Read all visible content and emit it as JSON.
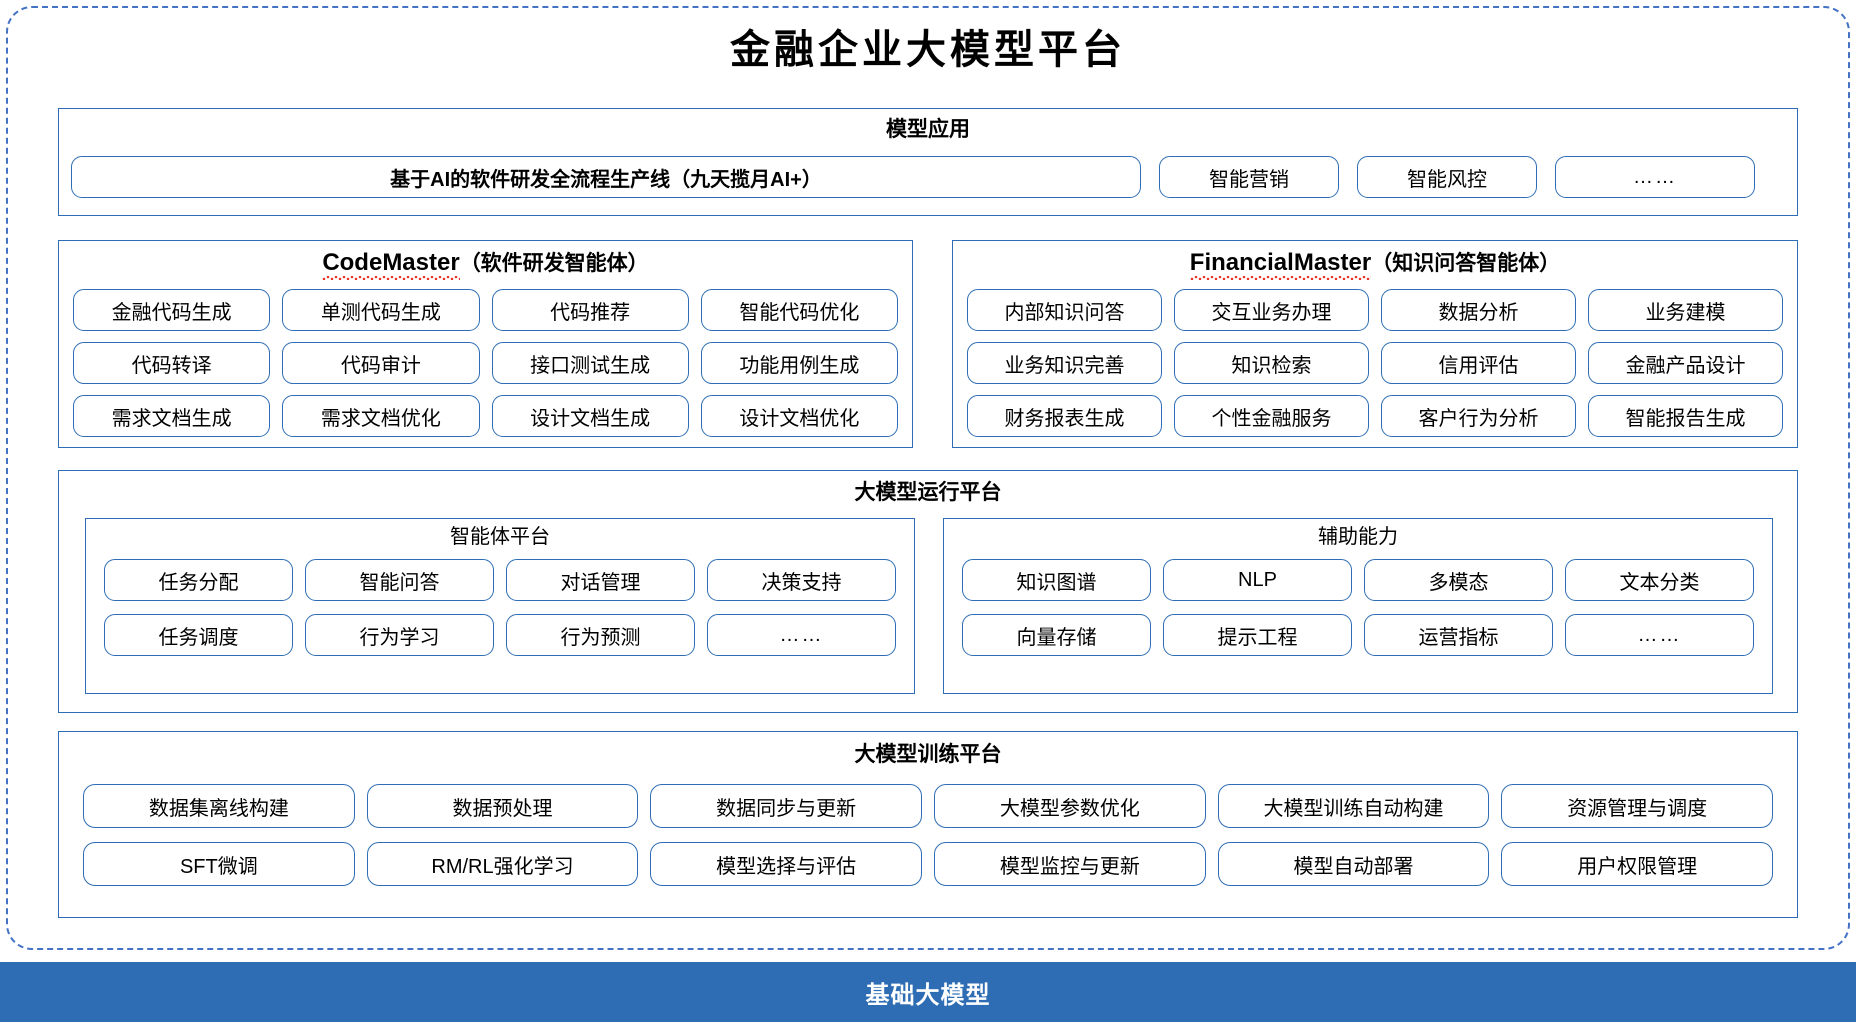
{
  "title": "金融企业大模型平台",
  "application": {
    "heading": "模型应用",
    "primary": "基于AI的软件研发全流程生产线（九天揽月AI+）",
    "items": [
      "智能营销",
      "智能风控",
      "……"
    ]
  },
  "code_master": {
    "name_en": "CodeMaster",
    "name_cn": "（软件研发智能体）",
    "rows": [
      [
        "金融代码生成",
        "单测代码生成",
        "代码推荐",
        "智能代码优化"
      ],
      [
        "代码转译",
        "代码审计",
        "接口测试生成",
        "功能用例生成"
      ],
      [
        "需求文档生成",
        "需求文档优化",
        "设计文档生成",
        "设计文档优化"
      ]
    ]
  },
  "financial_master": {
    "name_en": "FinancialMaster",
    "name_cn": "（知识问答智能体）",
    "rows": [
      [
        "内部知识问答",
        "交互业务办理",
        "数据分析",
        "业务建模"
      ],
      [
        "业务知识完善",
        "知识检索",
        "信用评估",
        "金融产品设计"
      ],
      [
        "财务报表生成",
        "个性金融服务",
        "客户行为分析",
        "智能报告生成"
      ]
    ]
  },
  "runtime": {
    "heading": "大模型运行平台",
    "agent_platform": {
      "heading": "智能体平台",
      "rows": [
        [
          "任务分配",
          "智能问答",
          "对话管理",
          "决策支持"
        ],
        [
          "任务调度",
          "行为学习",
          "行为预测",
          "……"
        ]
      ]
    },
    "aux_ability": {
      "heading": "辅助能力",
      "rows": [
        [
          "知识图谱",
          "NLP",
          "多模态",
          "文本分类"
        ],
        [
          "向量存储",
          "提示工程",
          "运营指标",
          "……"
        ]
      ]
    }
  },
  "training": {
    "heading": "大模型训练平台",
    "rows": [
      [
        "数据集离线构建",
        "数据预处理",
        "数据同步与更新",
        "大模型参数优化",
        "大模型训练自动构建",
        "资源管理与调度"
      ],
      [
        "SFT微调",
        "RM/RL强化学习",
        "模型选择与评估",
        "模型监控与更新",
        "模型自动部署",
        "用户权限管理"
      ]
    ]
  },
  "base": {
    "label": "基础大模型"
  },
  "colors": {
    "border_blue": "#2E6DB4",
    "dashed_blue": "#4472C4",
    "bar_blue": "#2E6DB4",
    "spellcheck_red": "#E8342B",
    "text": "#000000"
  }
}
